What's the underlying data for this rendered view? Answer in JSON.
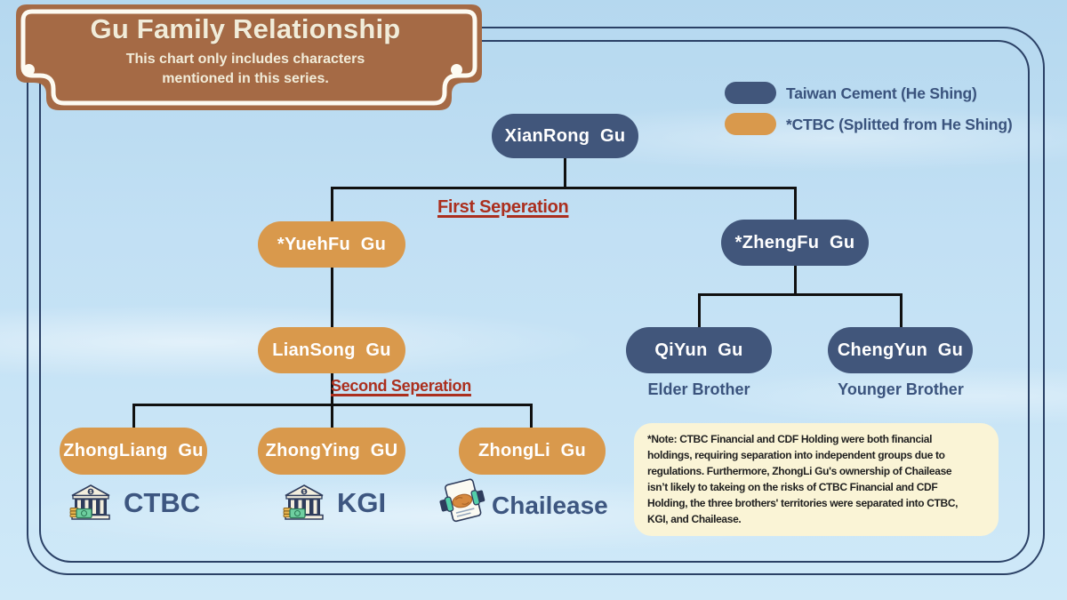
{
  "banner": {
    "title": "Gu Family Relationship",
    "subtitle": [
      "This chart only includes characters",
      "mentioned in this series."
    ]
  },
  "legend": {
    "items": [
      {
        "label": "Taiwan Cement (He Shing)",
        "color": "#41567b"
      },
      {
        "label": "*CTBC (Splitted from He Shing)",
        "color": "#d9994c"
      }
    ]
  },
  "tree": {
    "first_separation": "First Seperation",
    "second_separation": "Second Seperation",
    "nodes": {
      "xianrong": "XianRong  Gu",
      "yuehfu": "*YuehFu  Gu",
      "zhengfu": "*ZhengFu  Gu",
      "liansong": "LianSong  Gu",
      "qiyun": "QiYun  Gu",
      "chengyun": "ChengYun  Gu",
      "zhongliang": "ZhongLiang  Gu",
      "zhongying": "ZhongYing  GU",
      "zhongli": "ZhongLi  Gu"
    },
    "relation_labels": {
      "elder": "Elder Brother",
      "younger": "Younger Brother"
    }
  },
  "companies": [
    {
      "name": "CTBC",
      "icon": "bank-icon"
    },
    {
      "name": "KGI",
      "icon": "bank-icon"
    },
    {
      "name": "Chailease",
      "icon": "handshake-document-icon"
    }
  ],
  "note": {
    "lines": [
      "*Note: CTBC Financial and CDF Holding were both financial",
      "holdings, requiring separation into independent groups due to",
      "regulations. Furthermore, ZhongLi Gu's ownership of Chailease",
      "isn’t likely to takeing on the risks of CTBC Financial and CDF",
      "Holding, the three brothers' territories were separated into CTBC,",
      "KGI, and Chailease."
    ]
  },
  "icons": {
    "dollar_glyph": "$"
  },
  "colors": {
    "navy_node": "#41567b",
    "orange_node": "#d9994c",
    "banner_brown": "#a56a45",
    "separation_red": "#ab2f1e",
    "note_bg": "#faf4d6",
    "border_navy": "#2b4166",
    "line_black": "#101010",
    "sky": "#c2e0f4"
  }
}
